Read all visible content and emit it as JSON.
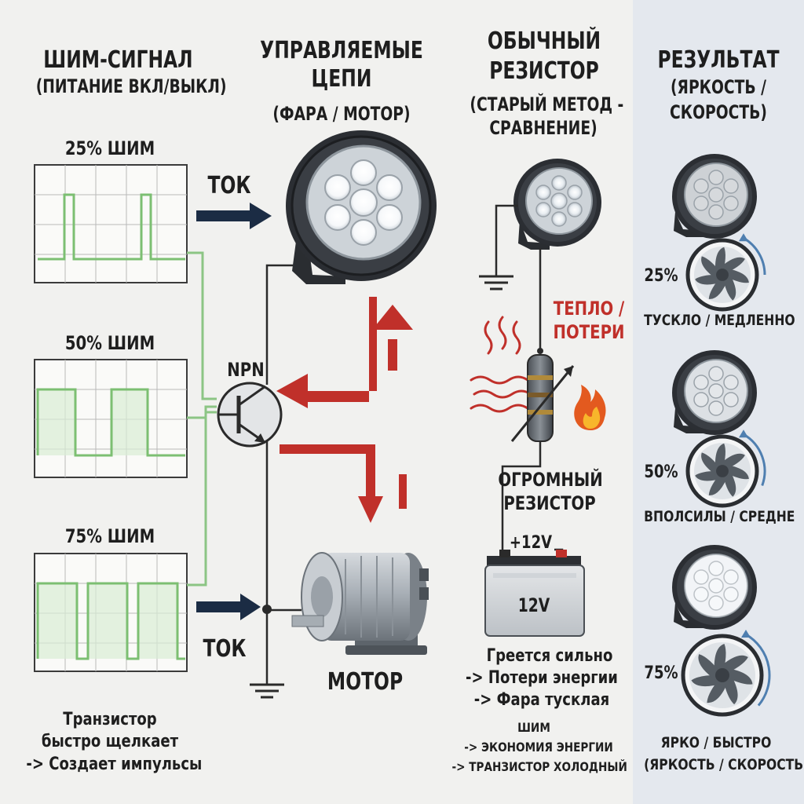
{
  "col1": {
    "title": "ШИМ-СИГНАЛ",
    "subtitle": "(ПИТАНИЕ ВКЛ/ВЫКЛ)",
    "scope_25": "25% ШИМ",
    "scope_50": "50% ШИМ",
    "scope_75": "75% ШИМ",
    "note": [
      "Транзистор",
      "быстро щелкает",
      "-> Создает импульсы"
    ]
  },
  "col2": {
    "title": [
      "УПРАВЛЯЕМЫЕ",
      "ЦЕПИ"
    ],
    "subtitle": "(ФАРА / МОТОР)",
    "current_top": "ТОК",
    "current_bottom": "ТОК",
    "transistor": "NPN",
    "motor": "МОТОР"
  },
  "col3": {
    "title": [
      "ОБЫЧНЫЙ",
      "РЕЗИСТОР"
    ],
    "subtitle": [
      "(СТАРЫЙ МЕТОД -",
      "СРАВНЕНИЕ)"
    ],
    "heat": [
      "ТЕПЛО /",
      "ПОТЕРИ"
    ],
    "resistor": [
      "ОГРОМНЫЙ",
      "РЕЗИСТОР"
    ],
    "voltage": "+12V",
    "battery": "12V",
    "note": [
      "Греется сильно",
      "-> Потери энергии",
      "-> Фара тусклая"
    ],
    "pwm_note": [
      "ШИМ",
      "-> ЭКОНОМИЯ ЭНЕРГИИ",
      "-> ТРАНЗИСТОР ХОЛОДНЫЙ"
    ]
  },
  "col4": {
    "title": "РЕЗУЛЬТАТ",
    "subtitle": [
      "(ЯРКОСТЬ /",
      "СКОРОСТЬ)"
    ],
    "rows": [
      {
        "pct": "25%",
        "label": "ТУСКЛО / МЕДЛЕННО",
        "brightness": 0.25
      },
      {
        "pct": "50%",
        "label": "ВПОЛСИЛЫ / СРЕДНЕ",
        "brightness": 0.5
      },
      {
        "pct": "75%",
        "label": "ЯРКО / БЫСТРО",
        "brightness": 0.75
      }
    ],
    "footer": "(ЯРКОСТЬ / СКОРОСТЬ)"
  },
  "colors": {
    "background": "#f1f1ef",
    "result_panel": "#e4e8ee",
    "pwm_green": "#7cbf72",
    "signal_line": "#8cc584",
    "arrow_navy": "#1b2c44",
    "arrow_red": "#c0302a",
    "wire": "#2a2a2a"
  },
  "duty_cycles": [
    0.25,
    0.5,
    0.75
  ]
}
